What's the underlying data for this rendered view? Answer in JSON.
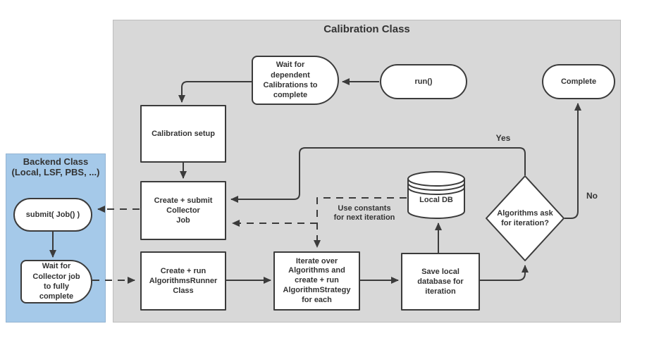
{
  "containers": {
    "calibration": {
      "title": "Calibration Class",
      "fill": "#d8d8d8",
      "border": "#bdbdbd"
    },
    "backend": {
      "title": "Backend Class\n(Local, LSF, PBS, ...)",
      "fill": "#a5c9e9",
      "border": "#94b4d2"
    }
  },
  "nodes": {
    "wait_dependent": {
      "shape": "delay",
      "label": "Wait for\ndependent\nCalibrations to\ncomplete"
    },
    "run": {
      "shape": "terminator",
      "label": "run()"
    },
    "complete": {
      "shape": "terminator",
      "label": "Complete"
    },
    "calibration_setup": {
      "shape": "process",
      "label": "Calibration setup"
    },
    "create_submit_collector": {
      "shape": "process",
      "label": "Create + submit\nCollector\nJob"
    },
    "create_run_runner": {
      "shape": "process",
      "label": "Create + run\nAlgorithmsRunner\nClass"
    },
    "iterate_algorithms": {
      "shape": "process",
      "label": "Iterate over\nAlgorithms and\ncreate + run\nAlgorithmStrategy\nfor each"
    },
    "save_local_db": {
      "shape": "process",
      "label": "Save local\ndatabase for\niteration"
    },
    "local_db": {
      "shape": "database",
      "label": "Local DB"
    },
    "ask_iteration": {
      "shape": "decision",
      "label": "Algorithms ask\nfor iteration?"
    },
    "submit_job": {
      "shape": "terminator",
      "label": "submit( Job() )"
    },
    "wait_collector": {
      "shape": "delay",
      "label": "Wait for\nCollector job\nto fully\ncomplete"
    }
  },
  "edge_labels": {
    "yes": "Yes",
    "no": "No",
    "use_constants": "Use constants\nfor next iteration"
  },
  "colors": {
    "node_fill": "#ffffff",
    "node_stroke": "#3b3b3b",
    "arrow": "#3b3b3b",
    "text": "#333333",
    "calibration_fill": "#d8d8d8",
    "backend_fill": "#a5c9e9"
  }
}
